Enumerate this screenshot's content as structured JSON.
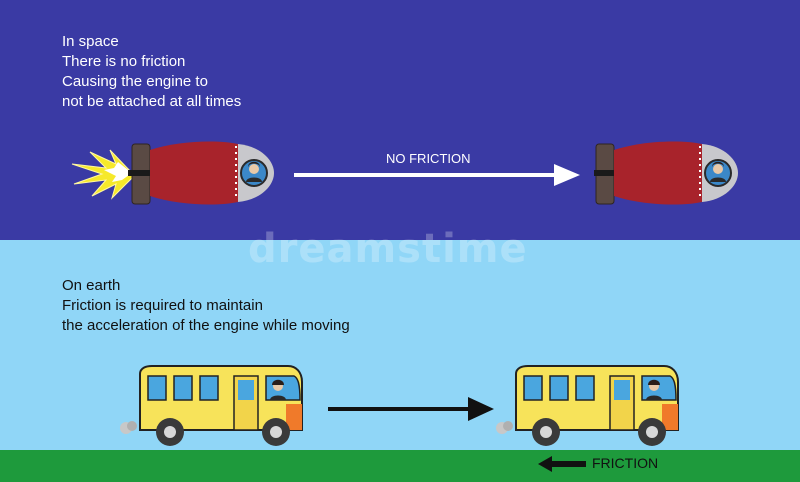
{
  "space": {
    "lines": [
      "In space",
      "There is no friction",
      "Causing the engine to",
      "not be attached at all times"
    ],
    "arrow_label": "NO FRICTION"
  },
  "earth": {
    "lines": [
      "On earth",
      "Friction is required to maintain",
      "the acceleration of the engine while moving"
    ],
    "friction_label": "FRICTION"
  },
  "watermark": "dreamstime",
  "colors": {
    "space_bg": "#3a3aa4",
    "earth_bg": "#90d6f7",
    "ground": "#1e9a3c",
    "rocket_body": "#a8232b",
    "bus_body": "#f7e35a"
  }
}
